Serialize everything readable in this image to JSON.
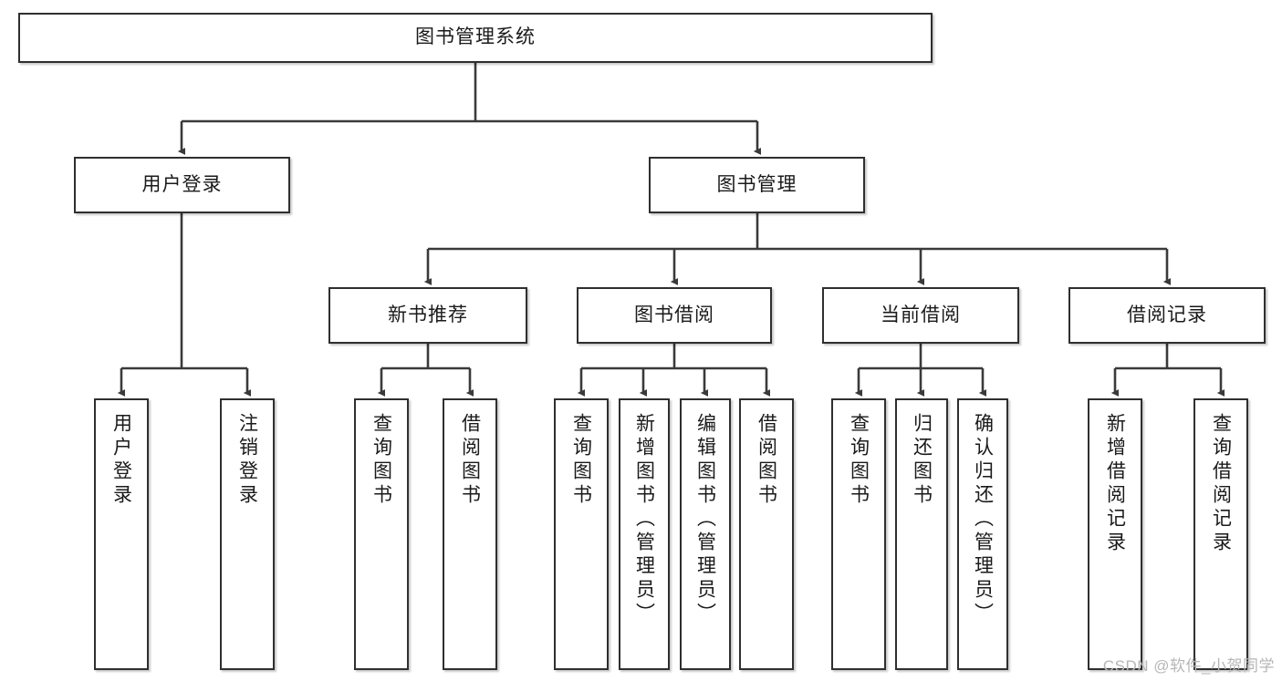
{
  "diagram": {
    "title": "图书管理系统",
    "type": "tree",
    "colors": {
      "box_border": "#2f2f2f",
      "box_fill": "#ffffff",
      "connector": "#3a3a3a",
      "text": "#1a1a1a",
      "watermark": "#b6b6b6"
    },
    "root": {
      "label": "图书管理系统"
    },
    "level2": [
      {
        "label": "用户登录"
      },
      {
        "label": "图书管理"
      }
    ],
    "level3": [
      {
        "label": "新书推荐"
      },
      {
        "label": "图书借阅"
      },
      {
        "label": "当前借阅"
      },
      {
        "label": "借阅记录"
      }
    ],
    "leaves": {
      "user_login": [
        {
          "label": "用户登录"
        },
        {
          "label": "注销登录"
        }
      ],
      "new_book": [
        {
          "label": "查询图书"
        },
        {
          "label": "借阅图书"
        }
      ],
      "book_borrow": [
        {
          "label": "查询图书"
        },
        {
          "label": "新增图书（管理员）"
        },
        {
          "label": "编辑图书（管理员）"
        },
        {
          "label": "借阅图书"
        }
      ],
      "current_borrow": [
        {
          "label": "查询图书"
        },
        {
          "label": "归还图书"
        },
        {
          "label": "确认归还（管理员）"
        }
      ],
      "borrow_record": [
        {
          "label": "新增借阅记录"
        },
        {
          "label": "查询借阅记录"
        }
      ]
    },
    "watermark": "CSDN @软件_小贺同学"
  }
}
